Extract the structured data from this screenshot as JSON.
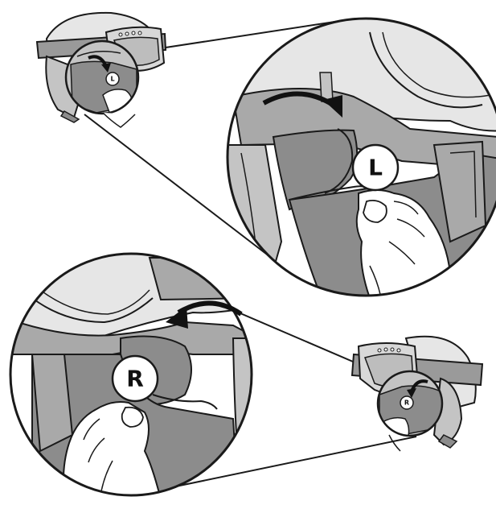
{
  "labels": {
    "left": "L",
    "right": "R"
  },
  "colors": {
    "outline": "#1a1a1a",
    "shell": "#e6e6e6",
    "pad_dark": "#8c8c8c",
    "pad_mid": "#a9a9a9",
    "pad_light": "#c4c4c4",
    "strap": "#9a9a9a",
    "skin": "#ffffff"
  },
  "icons": {
    "arrow": "curved-arrow-icon",
    "badge": "circle-label-badge"
  }
}
